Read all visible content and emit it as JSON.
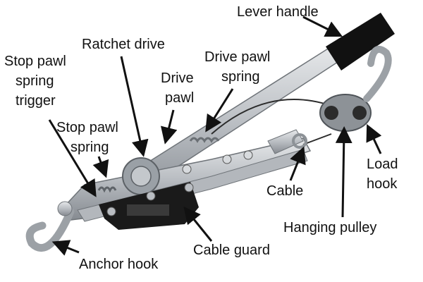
{
  "diagram": {
    "colors": {
      "metal": "#c9ccd0",
      "metal_dark": "#8d9297",
      "handle": "#111111",
      "plate": "#1a1a1a",
      "arrow": "#111111"
    },
    "labels": {
      "lever_handle": "Lever handle",
      "ratchet_drive": "Ratchet drive",
      "stop_pawl_spring_trigger_1": "Stop pawl",
      "stop_pawl_spring_trigger_2": "spring",
      "stop_pawl_spring_trigger_3": "trigger",
      "drive_pawl_spring_1": "Drive pawl",
      "drive_pawl_spring_2": "spring",
      "drive_pawl_1": "Drive",
      "drive_pawl_2": "pawl",
      "stop_pawl_spring_1": "Stop pawl",
      "stop_pawl_spring_2": "spring",
      "load_hook_1": "Load",
      "load_hook_2": "hook",
      "cable": "Cable",
      "hanging_pulley": "Hanging pulley",
      "cable_guard": "Cable guard",
      "anchor_hook": "Anchor hook"
    }
  }
}
